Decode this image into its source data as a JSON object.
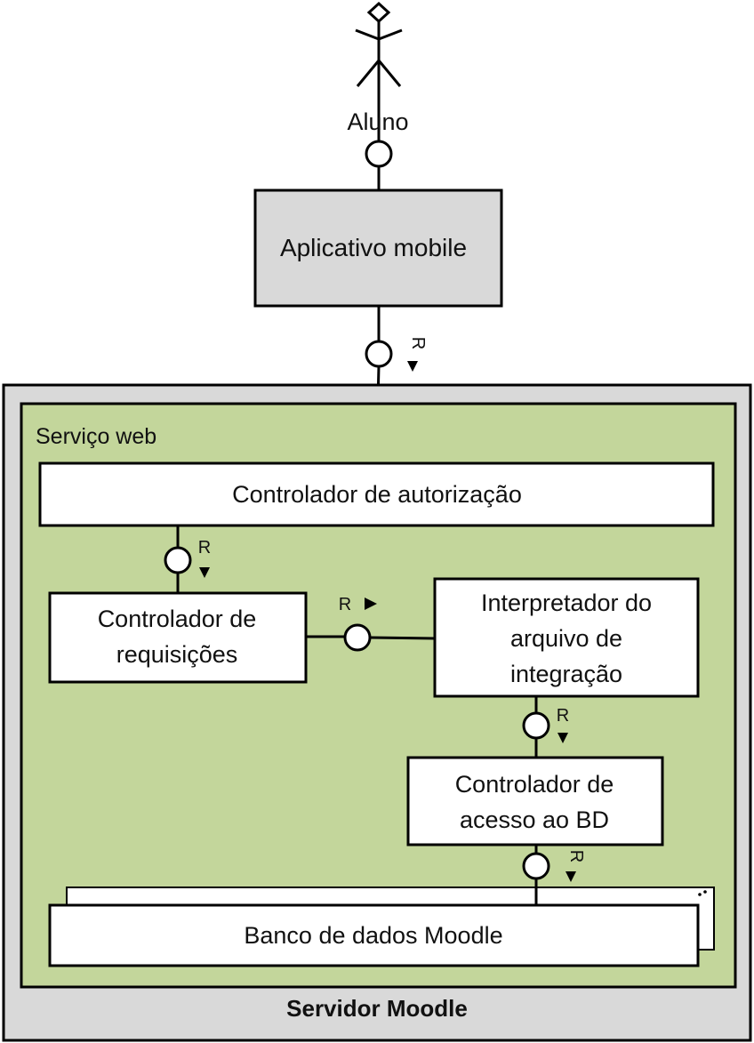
{
  "actor": {
    "label": "Aluno"
  },
  "app": {
    "label": "Aplicativo mobile"
  },
  "server": {
    "label": "Servidor Moodle"
  },
  "webservice": {
    "label": "Serviço web",
    "auth_controller": "Controlador de autorização",
    "request_controller": [
      "Controlador de",
      "requisições"
    ],
    "interpreter": [
      "Interpretador do",
      "arquivo de",
      "integração"
    ],
    "db_access": [
      "Controlador de",
      "acesso ao BD"
    ]
  },
  "database": {
    "label": "Banco de dados Moodle"
  },
  "relation_label": "R",
  "colors": {
    "server_fill": "#d9d9d9",
    "webservice_fill": "#c3d69b",
    "app_fill": "#d9d9d9",
    "box_fill": "#ffffff"
  }
}
